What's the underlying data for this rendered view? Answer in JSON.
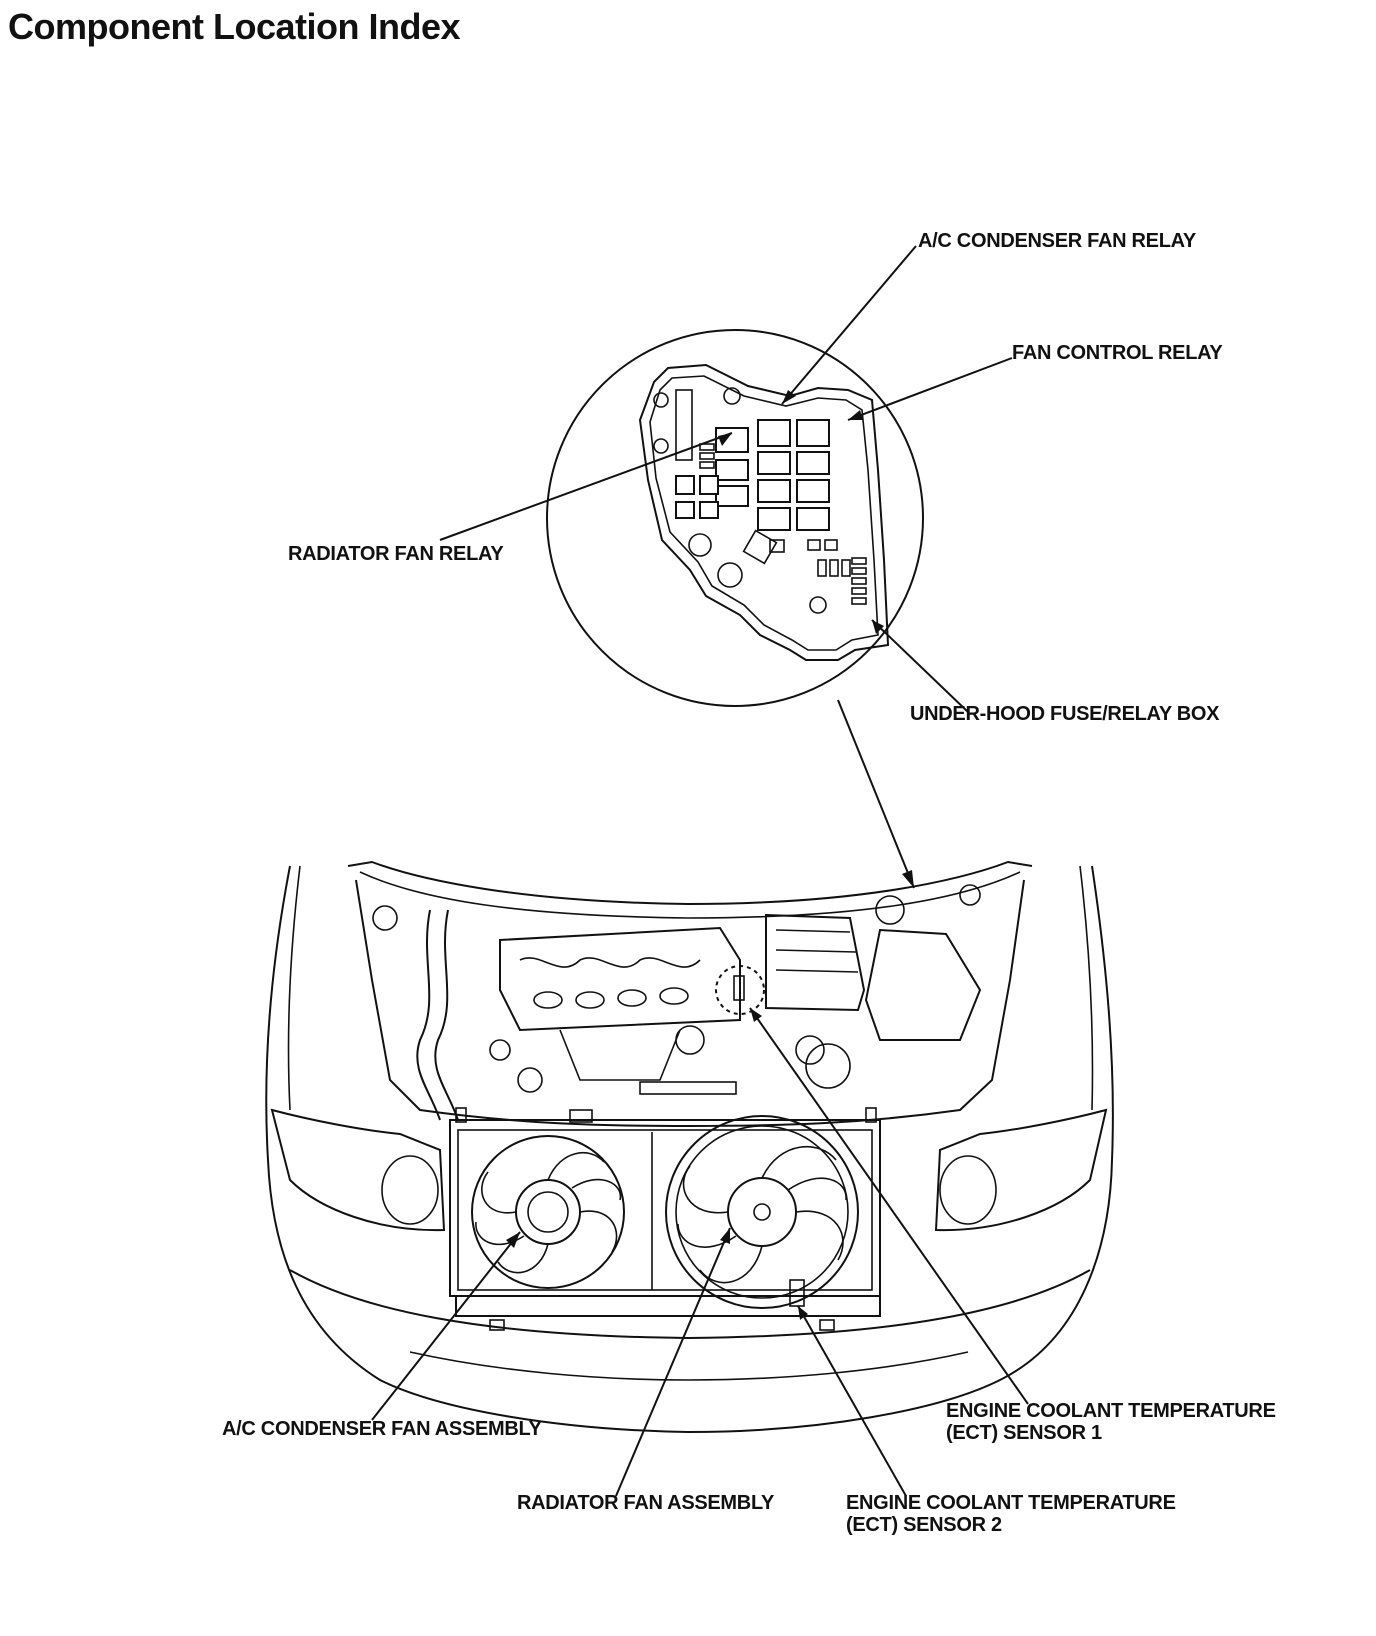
{
  "page": {
    "title": "Component Location Index"
  },
  "callouts": {
    "ac_condenser_fan_relay": "A/C CONDENSER FAN RELAY",
    "fan_control_relay": "FAN CONTROL RELAY",
    "radiator_fan_relay": "RADIATOR FAN RELAY",
    "under_hood_fuse_relay_box": "UNDER-HOOD FUSE/RELAY BOX",
    "ac_condenser_fan_assembly": "A/C CONDENSER FAN ASSEMBLY",
    "radiator_fan_assembly": "RADIATOR FAN ASSEMBLY",
    "ect_sensor_1": "ENGINE COOLANT TEMPERATURE\n(ECT) SENSOR 1",
    "ect_sensor_2": "ENGINE COOLANT TEMPERATURE\n(ECT) SENSOR 2"
  }
}
